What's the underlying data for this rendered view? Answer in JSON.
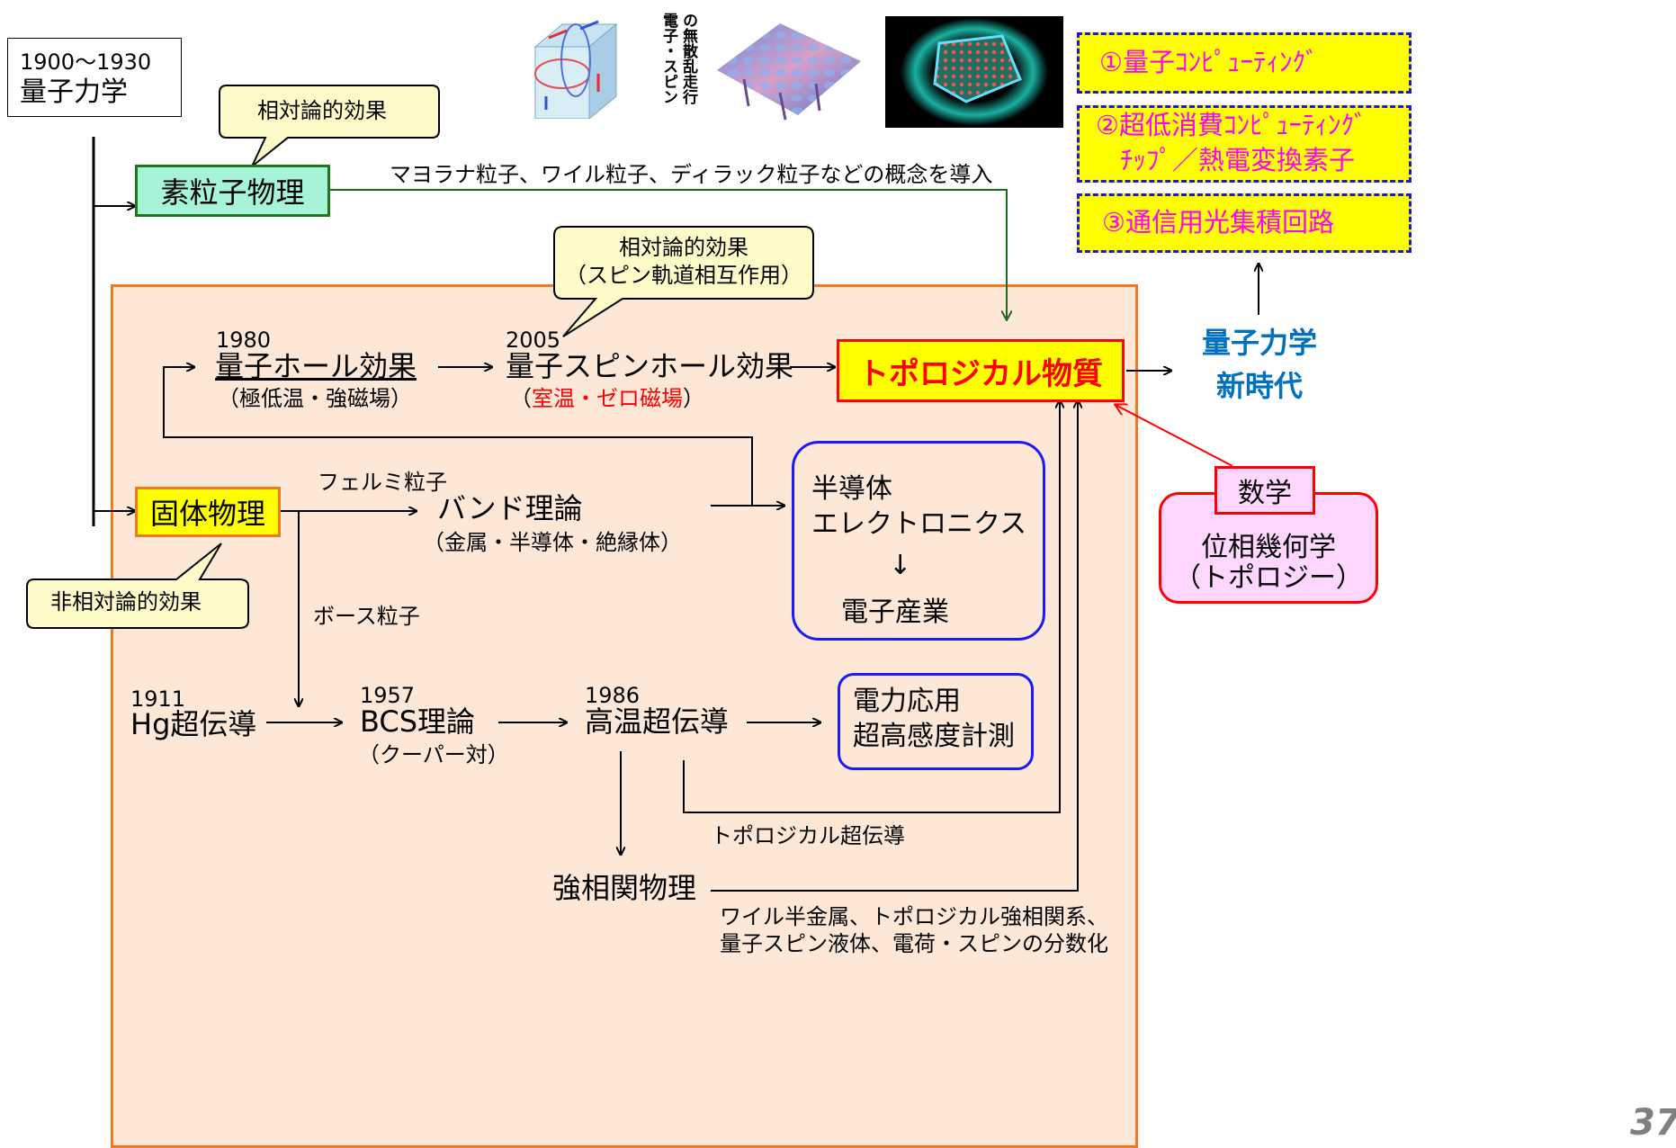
{
  "era": {
    "years": "1900～1930",
    "title": "量子力学"
  },
  "bubbles": {
    "relativistic": "相対論的効果",
    "relativistic_so_1": "相対論的効果",
    "relativistic_so_2": "（スピン軌道相互作用）",
    "nonrelativistic": "非相対論的効果"
  },
  "nodes": {
    "particle_physics": "素粒子物理",
    "solid_state": "固体物理",
    "qhe_year": "1980",
    "qhe_title": "量子ホール効果",
    "qhe_sub": "（極低温・強磁場）",
    "qshe_year": "2005",
    "qshe_title": "量子スピンホール効果",
    "qshe_sub_open": "（",
    "qshe_sub_red": "室温・ゼロ磁場",
    "qshe_sub_close": "）",
    "topological": "トポロジカル物質",
    "band_title": "バンド理論",
    "band_sub": "（金属・半導体・絶縁体）",
    "semi_1": "半導体",
    "semi_2": "エレクトロニクス",
    "semi_arrow": "↓",
    "semi_3": "電子産業",
    "hg_year": "1911",
    "hg_title": "Hg超伝導",
    "bcs_year": "1957",
    "bcs_title": "BCS理論",
    "bcs_sub": "（クーパー対）",
    "htsc_year": "1986",
    "htsc_title": "高温超伝導",
    "power_1": "電力応用",
    "power_2": "超高感度計測",
    "strong_corr": "強相関物理",
    "new_era_1": "量子力学",
    "new_era_2": "新時代",
    "math_label": "数学",
    "topology_1": "位相幾何学",
    "topology_2": "（トポロジー）"
  },
  "edge_labels": {
    "majorana": "マヨラナ粒子、ワイル粒子、ディラック粒子などの概念を導入",
    "fermion": "フェルミ粒子",
    "boson": "ボース粒子",
    "topo_sc": "トポロジカル超伝導",
    "weyl_1": "ワイル半金属、トポロジカル強相関系、",
    "weyl_2": "量子スピン液体、電荷・スピンの分数化"
  },
  "applications": [
    "①量子ｺﾝﾋﾟｭｰﾃｨﾝｸﾞ",
    "②超低消費ｺﾝﾋﾟｭｰﾃｨﾝｸﾞ",
    "ﾁｯﾌﾟ／熱電変換素子",
    "③通信用光集積回路"
  ],
  "images": {
    "vertical_caption": [
      "電子・スピン",
      "の無散乱走行"
    ]
  },
  "page_number": "37",
  "colors": {
    "orange_border": "#f07820",
    "orange_fill": "#fde8d8",
    "green_border": "#1a7a1a",
    "green_fill": "#a7f3d8",
    "yellow": "#ffff00",
    "red": "#ff0000",
    "blue_text": "#0070c0",
    "blue_border": "#1a1aff",
    "magenta": "#ff00ff",
    "bubble_fill": "#fffbc8",
    "pink_fill": "#ffd6ff",
    "arrow_green": "#1a6b1a"
  }
}
